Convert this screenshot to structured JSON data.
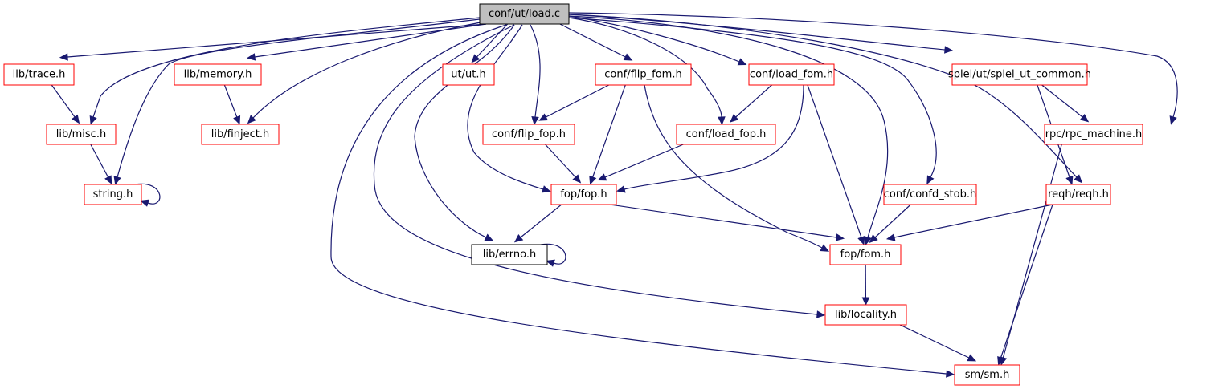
{
  "title": "conf/ut/load.c include dependency graph",
  "colors": {
    "edge": "#191970",
    "node_border": "#ff0000",
    "root_fill": "#bfbfbf",
    "plain_border": "#000000"
  },
  "nodes": [
    {
      "id": "load_c",
      "label": "conf/ut/load.c",
      "kind": "root"
    },
    {
      "id": "trace",
      "label": "lib/trace.h",
      "kind": "linked"
    },
    {
      "id": "memory",
      "label": "lib/memory.h",
      "kind": "linked"
    },
    {
      "id": "ut",
      "label": "ut/ut.h",
      "kind": "linked"
    },
    {
      "id": "flip_fom",
      "label": "conf/flip_fom.h",
      "kind": "linked"
    },
    {
      "id": "load_fom",
      "label": "conf/load_fom.h",
      "kind": "linked"
    },
    {
      "id": "spiel",
      "label": "spiel/ut/spiel_ut_common.h",
      "kind": "linked"
    },
    {
      "id": "misc",
      "label": "lib/misc.h",
      "kind": "linked"
    },
    {
      "id": "finject",
      "label": "lib/finject.h",
      "kind": "linked"
    },
    {
      "id": "flip_fop",
      "label": "conf/flip_fop.h",
      "kind": "linked"
    },
    {
      "id": "load_fop",
      "label": "conf/load_fop.h",
      "kind": "linked"
    },
    {
      "id": "rpc",
      "label": "rpc/rpc_machine.h",
      "kind": "linked"
    },
    {
      "id": "string",
      "label": "string.h",
      "kind": "linked"
    },
    {
      "id": "fop",
      "label": "fop/fop.h",
      "kind": "linked"
    },
    {
      "id": "confd",
      "label": "conf/confd_stob.h",
      "kind": "linked"
    },
    {
      "id": "reqh",
      "label": "reqh/reqh.h",
      "kind": "linked"
    },
    {
      "id": "errno",
      "label": "lib/errno.h",
      "kind": "plain"
    },
    {
      "id": "fom",
      "label": "fop/fom.h",
      "kind": "linked"
    },
    {
      "id": "locality",
      "label": "lib/locality.h",
      "kind": "linked"
    },
    {
      "id": "sm",
      "label": "sm/sm.h",
      "kind": "linked"
    }
  ],
  "edges": [
    [
      "load_c",
      "trace"
    ],
    [
      "load_c",
      "misc"
    ],
    [
      "load_c",
      "string"
    ],
    [
      "load_c",
      "memory"
    ],
    [
      "load_c",
      "finject"
    ],
    [
      "load_c",
      "ut"
    ],
    [
      "load_c",
      "flip_fom"
    ],
    [
      "load_c",
      "flip_fop"
    ],
    [
      "load_c",
      "fop"
    ],
    [
      "load_c",
      "errno"
    ],
    [
      "load_c",
      "load_fom"
    ],
    [
      "load_c",
      "load_fop"
    ],
    [
      "load_c",
      "fom"
    ],
    [
      "load_c",
      "confd"
    ],
    [
      "load_c",
      "spiel"
    ],
    [
      "load_c",
      "reqh"
    ],
    [
      "load_c",
      "rpc"
    ],
    [
      "load_c",
      "locality"
    ],
    [
      "load_c",
      "sm"
    ],
    [
      "trace",
      "misc"
    ],
    [
      "misc",
      "string"
    ],
    [
      "string",
      "string"
    ],
    [
      "memory",
      "finject"
    ],
    [
      "flip_fom",
      "flip_fop"
    ],
    [
      "flip_fom",
      "fop"
    ],
    [
      "flip_fom",
      "fom"
    ],
    [
      "flip_fop",
      "fop"
    ],
    [
      "load_fom",
      "load_fop"
    ],
    [
      "load_fom",
      "fop"
    ],
    [
      "load_fom",
      "fom"
    ],
    [
      "load_fop",
      "fop"
    ],
    [
      "fop",
      "errno"
    ],
    [
      "fop",
      "fom"
    ],
    [
      "errno",
      "errno"
    ],
    [
      "spiel",
      "reqh"
    ],
    [
      "spiel",
      "rpc"
    ],
    [
      "rpc",
      "sm"
    ],
    [
      "confd",
      "fom"
    ],
    [
      "reqh",
      "fom"
    ],
    [
      "reqh",
      "sm"
    ],
    [
      "fom",
      "locality"
    ],
    [
      "locality",
      "sm"
    ]
  ]
}
